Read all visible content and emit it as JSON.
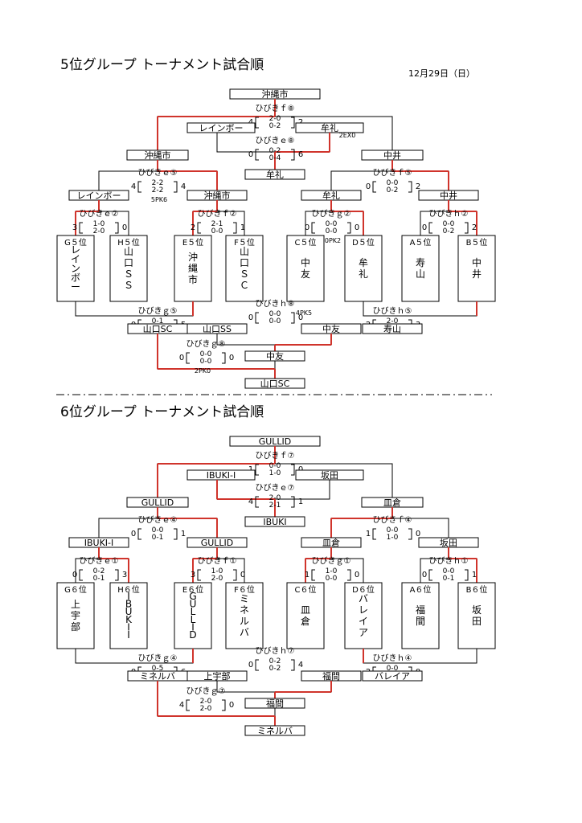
{
  "date_label": "12月29日（日）",
  "colors": {
    "winner_line": "#d0342c",
    "line": "#000000"
  },
  "group5": {
    "title": "5位グループ トーナメント試合順",
    "final_winner": "沖縄市",
    "second_row": [
      "レインボー",
      "牟礼"
    ],
    "semis": [
      "沖縄市",
      "中井"
    ],
    "third_place_team": "牟礼",
    "quarters": [
      "レインボー",
      "沖縄市",
      "牟礼",
      "中井"
    ],
    "firsts": [
      {
        "rank": "G５位",
        "name": "レインボー"
      },
      {
        "rank": "H５位",
        "name": "山口ＳＳ"
      },
      {
        "rank": "E５位",
        "name": "沖縄市"
      },
      {
        "rank": "F５位",
        "name": "山口ＳＣ"
      },
      {
        "rank": "C５位",
        "name": "中友"
      },
      {
        "rank": "D５位",
        "name": "牟礼"
      },
      {
        "rank": "A５位",
        "name": "寿山"
      },
      {
        "rank": "B５位",
        "name": "中井"
      }
    ],
    "losers_r1": [
      "山口SC",
      "山口SS",
      "中友",
      "寿山"
    ],
    "losers_semi": "中友",
    "losers_final": "山口SC",
    "matches": {
      "final": {
        "venue": "ひびきｆ⑧",
        "left": "4",
        "right": "2",
        "h1": "2-0",
        "h2": "0-2",
        "note": "2EX0"
      },
      "third": {
        "venue": "ひびきｅ⑧",
        "left": "0",
        "right": "6",
        "h1": "0-2",
        "h2": "0-4"
      },
      "sf1": {
        "venue": "ひびきｅ⑤",
        "left": "4",
        "right": "4",
        "h1": "2-2",
        "h2": "2-2",
        "note": "5PK6"
      },
      "sf2": {
        "venue": "ひびきｆ⑤",
        "left": "0",
        "right": "2",
        "h1": "0-0",
        "h2": "0-2"
      },
      "qf1": {
        "venue": "ひびきｅ②",
        "left": "3",
        "right": "0",
        "h1": "1-0",
        "h2": "2-0"
      },
      "qf2": {
        "venue": "ひびきｆ②",
        "left": "2",
        "right": "1",
        "h1": "2-1",
        "h2": "0-0"
      },
      "qf3": {
        "venue": "ひびきｇ②",
        "left": "0",
        "right": "0",
        "h1": "0-0",
        "h2": "0-0",
        "note": "0PK2"
      },
      "qf4": {
        "venue": "ひびきｈ②",
        "left": "0",
        "right": "2",
        "h1": "0-0",
        "h2": "0-2"
      },
      "lr1a": {
        "venue": "ひびきｇ⑤",
        "left": "0",
        "right": "5",
        "h1": "0-1",
        "h2": "0-4"
      },
      "lr1b": {
        "venue": "ひびきｈ⑤",
        "left": "2",
        "right": "3",
        "h1": "2-0",
        "h2": "0-3"
      },
      "lsemi": {
        "venue": "ひびきｈ⑧",
        "left": "0",
        "right": "0",
        "h1": "0-0",
        "h2": "0-0",
        "note": "4PK5"
      },
      "lfinal": {
        "venue": "ひびきｇ⑧",
        "left": "0",
        "right": "0",
        "h1": "0-0",
        "h2": "0-0",
        "note": "2PK0"
      }
    }
  },
  "group6": {
    "title": "6位グループ トーナメント試合順",
    "final_winner": "GULLID",
    "second_row": [
      "IBUKI-I",
      "坂田"
    ],
    "semis": [
      "GULLID",
      "皿倉"
    ],
    "third_place_team": "IBUKI",
    "quarters": [
      "IBUKI-I",
      "GULLID",
      "皿倉",
      "坂田"
    ],
    "firsts": [
      {
        "rank": "G６位",
        "name": "上宇部"
      },
      {
        "rank": "H６位",
        "name": "IBUKI I"
      },
      {
        "rank": "E６位",
        "name": "GULLID"
      },
      {
        "rank": "F６位",
        "name": "ミネルバ"
      },
      {
        "rank": "C６位",
        "name": "皿倉"
      },
      {
        "rank": "D６位",
        "name": "バレイア"
      },
      {
        "rank": "A６位",
        "name": "福間"
      },
      {
        "rank": "B６位",
        "name": "坂田"
      }
    ],
    "losers_r1": [
      "ミネルバ",
      "上宇部",
      "福間",
      "バレイア"
    ],
    "losers_semi": "福間",
    "losers_final": "ミネルバ",
    "matches": {
      "final": {
        "venue": "ひびきｆ⑦",
        "left": "1",
        "right": "0",
        "h1": "0-0",
        "h2": "1-0"
      },
      "third": {
        "venue": "ひびきｅ⑦",
        "left": "4",
        "right": "1",
        "h1": "2-0",
        "h2": "2-1"
      },
      "sf1": {
        "venue": "ひびきｅ④",
        "left": "0",
        "right": "1",
        "h1": "0-0",
        "h2": "0-1"
      },
      "sf2": {
        "venue": "ひびきｆ④",
        "left": "1",
        "right": "0",
        "h1": "0-0",
        "h2": "1-0"
      },
      "qf1": {
        "venue": "ひびきｅ①",
        "left": "0",
        "right": "3",
        "h1": "0-2",
        "h2": "0-1"
      },
      "qf2": {
        "venue": "ひびきｆ①",
        "left": "3",
        "right": "0",
        "h1": "1-0",
        "h2": "2-0"
      },
      "qf3": {
        "venue": "ひびきｇ①",
        "left": "1",
        "right": "0",
        "h1": "1-0",
        "h2": "0-0"
      },
      "qf4": {
        "venue": "ひびきｈ①",
        "left": "0",
        "right": "1",
        "h1": "0-0",
        "h2": "0-1"
      },
      "lr1a": {
        "venue": "ひびきｇ④",
        "left": "0",
        "right": "6",
        "h1": "0-5",
        "h2": "0-1"
      },
      "lr1b": {
        "venue": "ひびきｈ④",
        "left": "2",
        "right": "0",
        "h1": "0-0",
        "h2": "2-0"
      },
      "lsemi": {
        "venue": "ひびきｈ⑦",
        "left": "0",
        "right": "4",
        "h1": "0-2",
        "h2": "0-2"
      },
      "lfinal": {
        "venue": "ひびきｇ⑦",
        "left": "4",
        "right": "0",
        "h1": "2-0",
        "h2": "2-0"
      }
    }
  }
}
